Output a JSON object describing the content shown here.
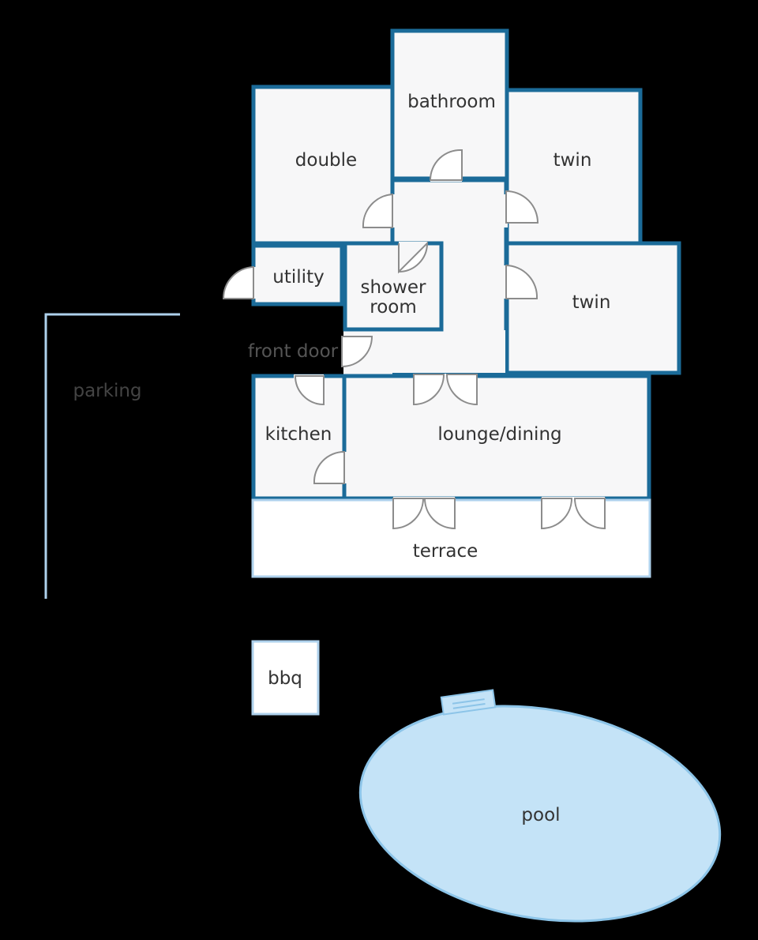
{
  "colors": {
    "background": "#000000",
    "wall": "#1b6b99",
    "room_fill": "#f7f7f8",
    "terrace_fill": "#ffffff",
    "outside_outline": "#aed1ec",
    "pool_fill": "#c4e3f7",
    "pool_edge": "#8cc4e8",
    "door": "#8c8c8c",
    "label": "#333333"
  },
  "rooms": {
    "bathroom": "bathroom",
    "double": "double",
    "twin_upper": "twin",
    "twin_lower": "twin",
    "utility": "utility",
    "shower_line1": "shower",
    "shower_line2": "room",
    "front_door": "front door",
    "kitchen": "kitchen",
    "lounge": "lounge/dining",
    "terrace": "terrace"
  },
  "outside": {
    "parking": "parking",
    "bbq": "bbq",
    "pool": "pool"
  }
}
